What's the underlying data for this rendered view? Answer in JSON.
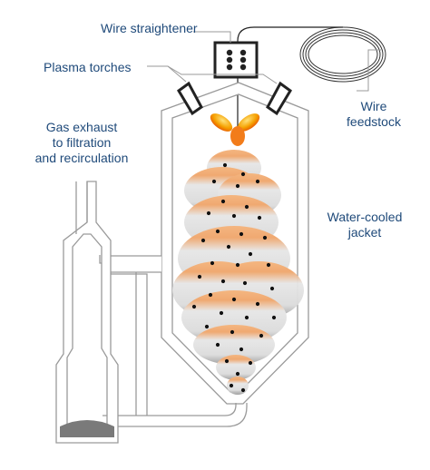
{
  "diagram": {
    "labels": {
      "wire_straightener": "Wire straightener",
      "plasma_torches": "Plasma torches",
      "wire_feedstock": [
        "Wire",
        "feedstock"
      ],
      "gas_exhaust": [
        "Gas exhaust",
        "to filtration",
        "and recirculation"
      ],
      "water_cooled_jacket": [
        "Water-cooled",
        "jacket"
      ]
    },
    "colors": {
      "label_text": "#1f4a7a",
      "outline": "#9a9a9a",
      "line": "#222222",
      "plume_top": "#f0a56a",
      "plume_bottom": "#d8d8d8",
      "torch_flame": "#f5b800",
      "powder": "#111111"
    }
  }
}
